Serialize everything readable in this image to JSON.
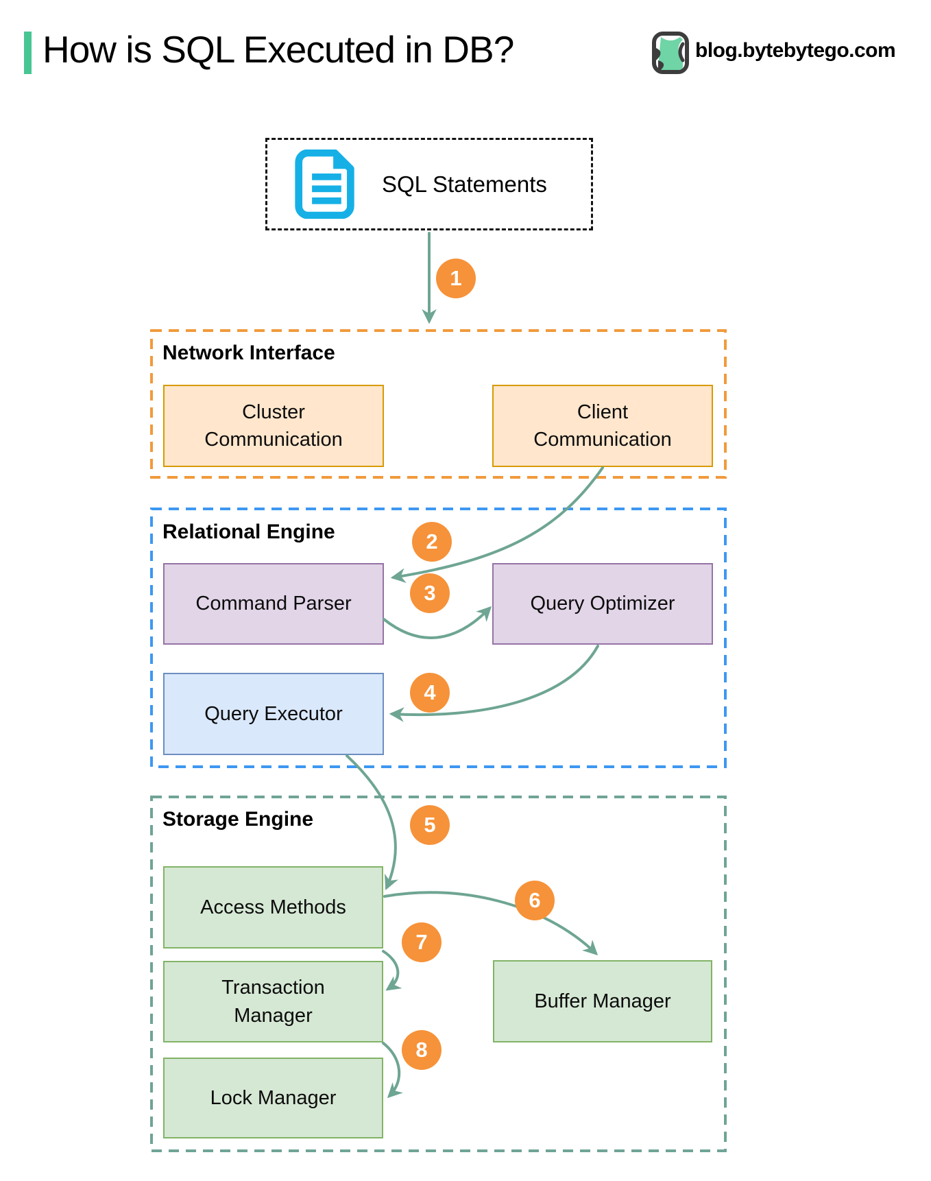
{
  "header": {
    "title": "How is SQL Executed in DB?",
    "brand": "blog.bytebytego.com"
  },
  "source_node": {
    "label": "SQL Statements",
    "icon": "document-icon"
  },
  "sections": {
    "network": {
      "label": "Network Interface",
      "border_color": "#F19A3B",
      "boxes": {
        "cluster": {
          "label": "Cluster Communication"
        },
        "client": {
          "label": "Client Communication"
        }
      }
    },
    "relational": {
      "label": "Relational Engine",
      "border_color": "#3D97F2",
      "boxes": {
        "command_parser": {
          "label": "Command Parser"
        },
        "query_optimizer": {
          "label": "Query Optimizer"
        },
        "query_executor": {
          "label": "Query Executor"
        }
      }
    },
    "storage": {
      "label": "Storage Engine",
      "border_color": "#6FA496",
      "boxes": {
        "access_methods": {
          "label": "Access Methods"
        },
        "buffer_manager": {
          "label": "Buffer Manager"
        },
        "transaction_manager": {
          "label": "Transaction Manager"
        },
        "lock_manager": {
          "label": "Lock Manager"
        }
      }
    }
  },
  "steps": [
    "1",
    "2",
    "3",
    "4",
    "5",
    "6",
    "7",
    "8"
  ],
  "flow": [
    "SQL Statements -> Network Interface",
    "Client Communication -> Command Parser",
    "Command Parser -> Query Optimizer",
    "Query Optimizer -> Query Executor",
    "Query Executor -> Access Methods",
    "Access Methods -> Buffer Manager",
    "Access Methods -> Transaction Manager",
    "Transaction Manager -> Lock Manager"
  ],
  "colors": {
    "accent": "#47C694",
    "arrow": "#6EA593",
    "step_badge": "#F69239",
    "document_icon": "#16B0E6",
    "network_border": "#F19A3B",
    "relational_border": "#3D97F2",
    "storage_border": "#6FA496",
    "orange_fill": "#FFE6CC",
    "orange_stroke": "#D79B00",
    "purple_fill": "#E1D5E7",
    "purple_stroke": "#9673A6",
    "blue_fill": "#DAE8FC",
    "blue_stroke": "#6C8EBF",
    "green_fill": "#D5E8D4",
    "green_stroke": "#82B366"
  }
}
